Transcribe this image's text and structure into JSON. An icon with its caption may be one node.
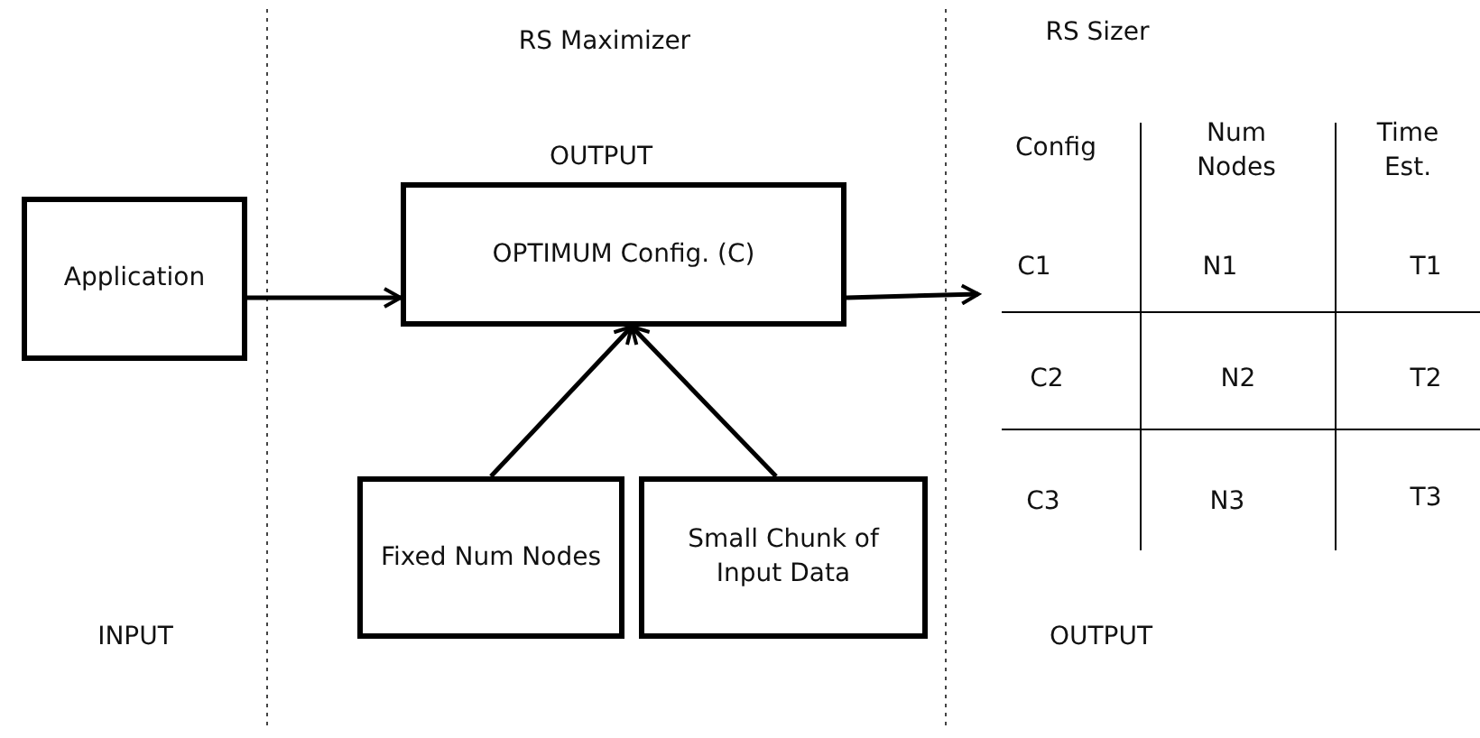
{
  "diagram": {
    "nodes": [
      {
        "text": [
          "Application"
        ]
      },
      {
        "text": [
          "OPTIMUM Config. (C)"
        ]
      },
      {
        "text": [
          "Fixed Num Nodes"
        ]
      },
      {
        "text": [
          "Small Chunk of Input Data"
        ]
      }
    ],
    "edges": [
      {
        "from": 0,
        "to": 1,
        "arrow": "to"
      },
      {
        "from": 2,
        "to": 1,
        "arrow": "to"
      },
      {
        "from": 3,
        "to": 1,
        "arrow": "to"
      },
      {
        "from": 1,
        "to": null,
        "arrow": "to"
      }
    ],
    "labels": [
      "RS Maximizer",
      "RS Sizer",
      "OUTPUT",
      "Config",
      "Num Nodes",
      "Time Est.",
      "C1",
      "N1",
      "T1",
      "C2",
      "N2",
      "T2",
      "C3",
      "N3",
      "T3",
      "INPUT",
      "OUTPUT"
    ]
  }
}
